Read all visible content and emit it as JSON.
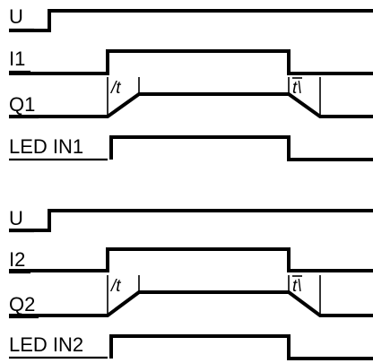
{
  "diagram": {
    "groups": [
      {
        "supply_label": "U",
        "input_label": "I1",
        "output_label": "Q1",
        "led_label": "LED IN1",
        "ramp_up_symbol": "/t",
        "ramp_down_symbol": "t\\"
      },
      {
        "supply_label": "U",
        "input_label": "I2",
        "output_label": "Q2",
        "led_label": "LED IN2",
        "ramp_up_symbol": "/t",
        "ramp_down_symbol": "t\\"
      }
    ],
    "colors": {
      "line": "#000000",
      "background": "#ffffff"
    }
  }
}
